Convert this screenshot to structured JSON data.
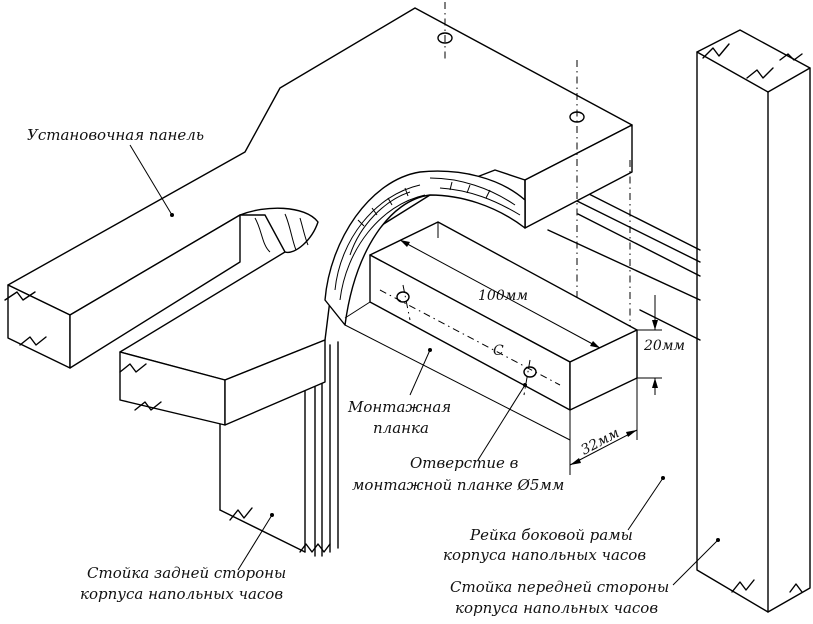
{
  "labels": {
    "mounting_panel": "Установочная панель",
    "mounting_strip_line1": "Монтажная",
    "mounting_strip_line2": "планка",
    "hole_line1": "Отверстие в",
    "hole_line2": "монтажной планке Ø5мм",
    "rail_line1": "Рейка боковой рамы",
    "rail_line2": "корпуса напольных часов",
    "front_post_line1": "Стойка передней стороны",
    "front_post_line2": "корпуса напольных часов",
    "rear_post_line1": "Стойка задней стороны",
    "rear_post_line2": "корпуса напольных часов"
  },
  "dimensions": {
    "length": "100мм",
    "height": "20мм",
    "depth": "32мм",
    "centerline": "C"
  }
}
